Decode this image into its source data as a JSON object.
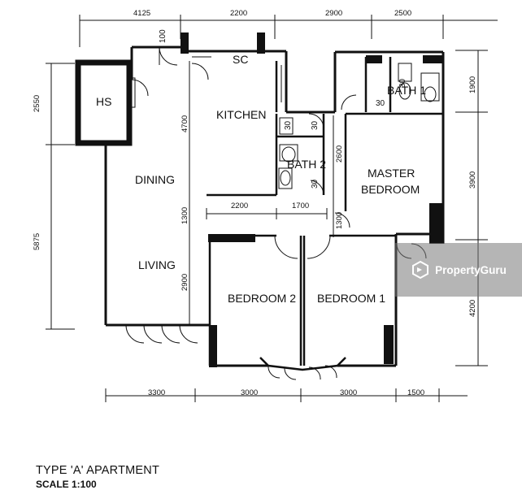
{
  "plan": {
    "title": "TYPE 'A' APARTMENT",
    "scale": "SCALE 1:100",
    "rooms": {
      "hs": "HS",
      "sc": "SC",
      "kitchen": "KITCHEN",
      "dining": "DINING",
      "living": "LIVING",
      "bath1": "BATH 1",
      "bath2": "BATH 2",
      "master_line1": "MASTER",
      "master_line2": "BEDROOM",
      "bedroom2": "BEDROOM 2",
      "bedroom1": "BEDROOM 1"
    },
    "dims_top": [
      "4125",
      "2200",
      "2900",
      "2500"
    ],
    "dims_bottom": [
      "3300",
      "3000",
      "3000",
      "1500"
    ],
    "dims_left": [
      "2550",
      "5875"
    ],
    "dims_right": [
      "1900",
      "3900",
      "4200"
    ],
    "dims_inner": {
      "kitchen_h": "4700",
      "dining_living": "1300",
      "living_h": "2900",
      "corridor_w1": "2200",
      "corridor_w2": "1700",
      "bath2_h": "2600",
      "master_door": "1300",
      "hs_door": "100",
      "bath1_a": "30",
      "bath1_b": "30",
      "bath2_a": "30",
      "bath2_b": "30",
      "bath2_c": "30"
    }
  },
  "watermark": {
    "brand": "PropertyGuru",
    "icon": "propertyguru-logo-icon"
  }
}
